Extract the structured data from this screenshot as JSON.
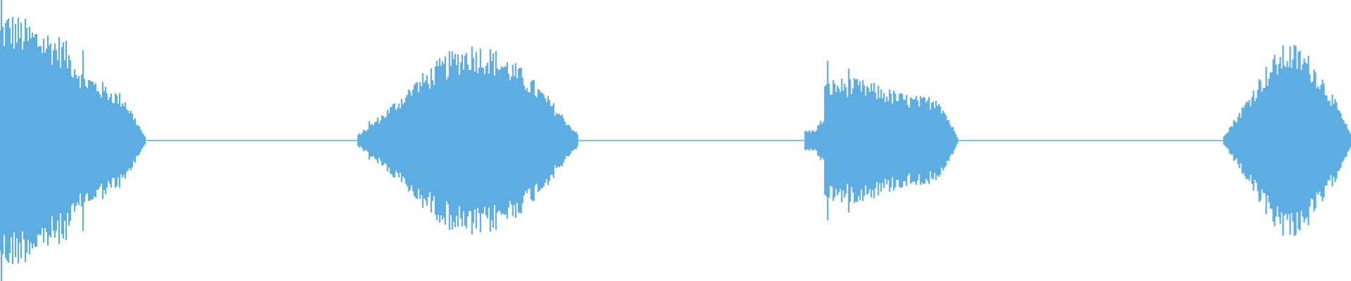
{
  "waveform": {
    "color": "#5DADE2",
    "background": "#FFFFFF",
    "segments": [
      {
        "start": 0.0,
        "end": 0.108,
        "shape": "front-loaded"
      },
      {
        "start": 0.265,
        "end": 0.428,
        "shape": "swell"
      },
      {
        "start": 0.596,
        "end": 0.709,
        "shape": "plateau"
      },
      {
        "start": 0.906,
        "end": 1.0,
        "shape": "swell"
      }
    ]
  }
}
